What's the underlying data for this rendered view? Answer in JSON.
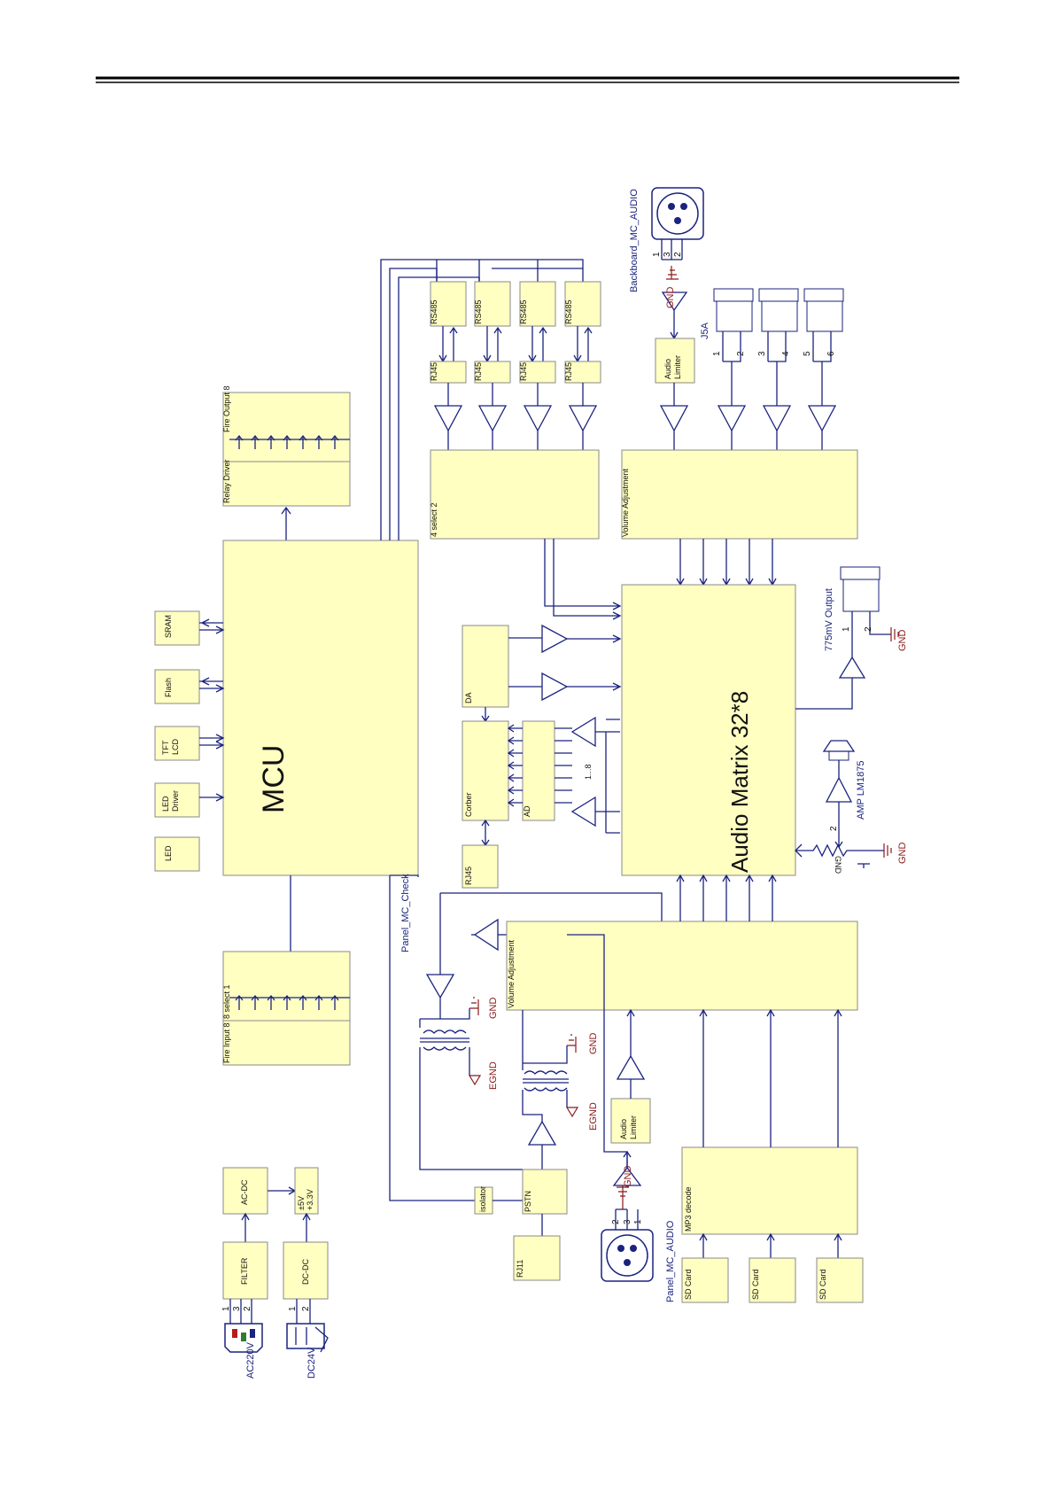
{
  "blocks": {
    "relay_driver": "Relay Driver",
    "fire_output": "Fire Output 8",
    "sram": "SRAM",
    "flash": "Flash",
    "tft_lcd_1": "TFT",
    "tft_lcd_2": "LCD",
    "led_driver_1": "LED",
    "led_driver_2": "Driver",
    "led": "LED",
    "mcu": "MCU",
    "select1": "8 select 1",
    "fire_input": "Fire Input 8",
    "rs485": "RS485",
    "rj45": "RJ45",
    "select2": "4 select 2",
    "volume_adj_top": "Volume Adjustment",
    "audio_limiter_1": "Audio",
    "audio_limiter_2": "Limiter",
    "da": "DA",
    "ad": "AD",
    "corber": "Corber",
    "range": "1...8",
    "audio_matrix": "Audio Matrix 32*8",
    "volume_adj_bottom": "Volume Adjustment",
    "isolator": "isolator",
    "pstn": "PSTN",
    "rj11": "RJ11",
    "mp3_decode": "MP3 decode",
    "sd_card": "SD Card",
    "ac_dc": "AC-DC",
    "filter": "FILTER",
    "dc_dc": "DC-DC",
    "supply_1": "±5V",
    "supply_2": "+3.3V"
  },
  "labels": {
    "backboard_mic": "Backboard_MC_AUDIO",
    "panel_mic": "Panel_MC_AUDIO",
    "panel_mic_check": "Panel_MC_Check",
    "j5a": "J5A",
    "output_775": "775mV Output",
    "amp": "AMP LM1875",
    "gnd": "GND",
    "egnd": "EGND",
    "ac220": "AC220V",
    "dc24": "DC24V"
  },
  "pins": {
    "p1": "1",
    "p2": "2",
    "p3": "3",
    "p4": "4",
    "p5": "5",
    "p6": "6"
  }
}
